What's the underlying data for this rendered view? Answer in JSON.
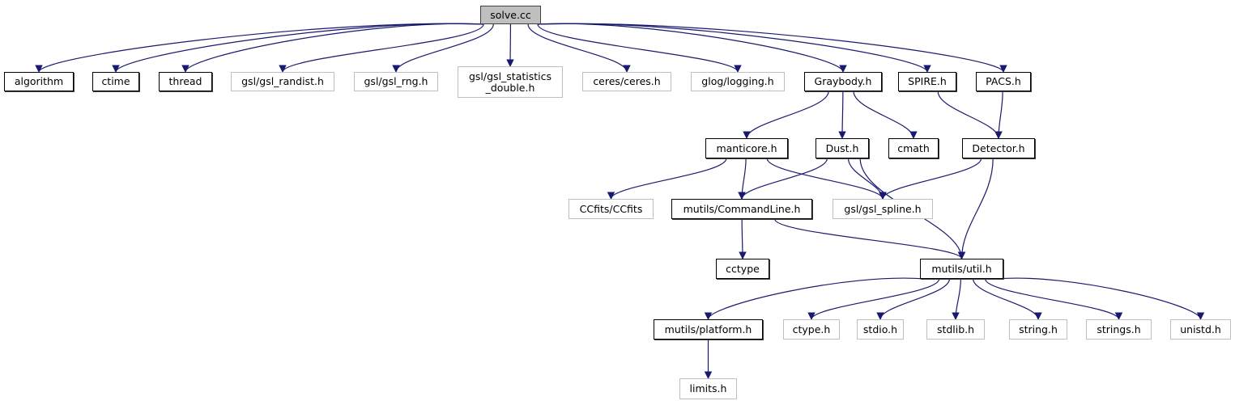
{
  "diagram": {
    "title": "solve.cc include dependency graph",
    "colors": {
      "edge": "#191970",
      "root_fill": "#bfbfbf",
      "documented_border": "#000000",
      "external_border": "#bfbfbf"
    },
    "nodes": [
      {
        "id": "solve_cc",
        "label": "solve.cc",
        "kind": "root"
      },
      {
        "id": "algorithm",
        "label": "algorithm",
        "kind": "documented"
      },
      {
        "id": "ctime",
        "label": "ctime",
        "kind": "documented"
      },
      {
        "id": "thread",
        "label": "thread",
        "kind": "documented"
      },
      {
        "id": "gsl_randist",
        "label": "gsl/gsl_randist.h",
        "kind": "external"
      },
      {
        "id": "gsl_rng",
        "label": "gsl/gsl_rng.h",
        "kind": "external"
      },
      {
        "id": "gsl_statistics",
        "label": "gsl/gsl_statistics\n_double.h",
        "kind": "external"
      },
      {
        "id": "ceres",
        "label": "ceres/ceres.h",
        "kind": "external"
      },
      {
        "id": "glog",
        "label": "glog/logging.h",
        "kind": "external"
      },
      {
        "id": "graybody",
        "label": "Graybody.h",
        "kind": "documented"
      },
      {
        "id": "spire",
        "label": "SPIRE.h",
        "kind": "documented"
      },
      {
        "id": "pacs",
        "label": "PACS.h",
        "kind": "documented"
      },
      {
        "id": "manticore",
        "label": "manticore.h",
        "kind": "documented"
      },
      {
        "id": "dust",
        "label": "Dust.h",
        "kind": "documented"
      },
      {
        "id": "cmath",
        "label": "cmath",
        "kind": "documented"
      },
      {
        "id": "detector",
        "label": "Detector.h",
        "kind": "documented"
      },
      {
        "id": "ccfits",
        "label": "CCfits/CCfits",
        "kind": "external"
      },
      {
        "id": "commandline",
        "label": "mutils/CommandLine.h",
        "kind": "documented"
      },
      {
        "id": "gsl_spline",
        "label": "gsl/gsl_spline.h",
        "kind": "external"
      },
      {
        "id": "cctype",
        "label": "cctype",
        "kind": "documented"
      },
      {
        "id": "util",
        "label": "mutils/util.h",
        "kind": "documented"
      },
      {
        "id": "platform",
        "label": "mutils/platform.h",
        "kind": "documented"
      },
      {
        "id": "ctype_h",
        "label": "ctype.h",
        "kind": "external"
      },
      {
        "id": "stdio_h",
        "label": "stdio.h",
        "kind": "external"
      },
      {
        "id": "stdlib_h",
        "label": "stdlib.h",
        "kind": "external"
      },
      {
        "id": "string_h",
        "label": "string.h",
        "kind": "external"
      },
      {
        "id": "strings_h",
        "label": "strings.h",
        "kind": "external"
      },
      {
        "id": "unistd_h",
        "label": "unistd.h",
        "kind": "external"
      },
      {
        "id": "limits_h",
        "label": "limits.h",
        "kind": "external"
      }
    ],
    "edges": [
      [
        "solve_cc",
        "algorithm"
      ],
      [
        "solve_cc",
        "ctime"
      ],
      [
        "solve_cc",
        "thread"
      ],
      [
        "solve_cc",
        "gsl_randist"
      ],
      [
        "solve_cc",
        "gsl_rng"
      ],
      [
        "solve_cc",
        "gsl_statistics"
      ],
      [
        "solve_cc",
        "ceres"
      ],
      [
        "solve_cc",
        "glog"
      ],
      [
        "solve_cc",
        "graybody"
      ],
      [
        "solve_cc",
        "spire"
      ],
      [
        "solve_cc",
        "pacs"
      ],
      [
        "graybody",
        "manticore"
      ],
      [
        "graybody",
        "dust"
      ],
      [
        "graybody",
        "cmath"
      ],
      [
        "spire",
        "detector"
      ],
      [
        "pacs",
        "detector"
      ],
      [
        "manticore",
        "ccfits"
      ],
      [
        "manticore",
        "commandline"
      ],
      [
        "manticore",
        "gsl_spline"
      ],
      [
        "dust",
        "commandline"
      ],
      [
        "dust",
        "gsl_spline"
      ],
      [
        "dust",
        "util"
      ],
      [
        "detector",
        "gsl_spline"
      ],
      [
        "detector",
        "util"
      ],
      [
        "commandline",
        "cctype"
      ],
      [
        "commandline",
        "util"
      ],
      [
        "util",
        "platform"
      ],
      [
        "util",
        "ctype_h"
      ],
      [
        "util",
        "stdio_h"
      ],
      [
        "util",
        "stdlib_h"
      ],
      [
        "util",
        "string_h"
      ],
      [
        "util",
        "strings_h"
      ],
      [
        "util",
        "unistd_h"
      ],
      [
        "platform",
        "limits_h"
      ]
    ]
  }
}
